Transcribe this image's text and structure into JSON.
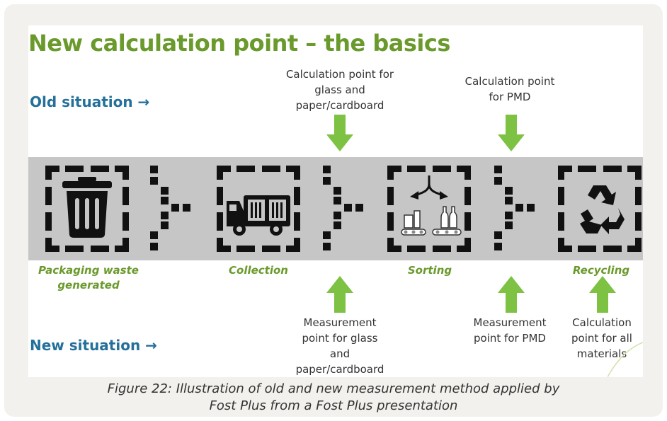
{
  "slide": {
    "title": "New calculation point – the basics",
    "old_situation": "Old situation →",
    "new_situation": "New situation →",
    "old_notes": {
      "glass_paper": "Calculation point for\nglass and\npaper/cardboard",
      "pmd": "Calculation point\nfor PMD"
    },
    "new_notes": {
      "glass_paper": "Measurement\npoint for glass\nand\npaper/cardboard",
      "pmd": "Measurement\npoint for PMD",
      "all": "Calculation\npoint for all\nmaterials"
    },
    "stages": {
      "packaging": "Packaging waste\ngenerated",
      "collection": "Collection",
      "sorting": "Sorting",
      "recycling": "Recycling"
    },
    "icons": {
      "packaging": "trash-bin-icon",
      "collection": "collection-truck-icon",
      "sorting": "sorting-conveyor-icon",
      "recycling": "recycle-icon"
    },
    "colors": {
      "title_green": "#6a9a2c",
      "arrow_green": "#7dc242",
      "situation_blue": "#24709a",
      "band_grey": "#c6c6c6"
    }
  },
  "caption": "Figure 22: Illustration of old and new measurement method applied by\nFost Plus from a Fost Plus presentation"
}
